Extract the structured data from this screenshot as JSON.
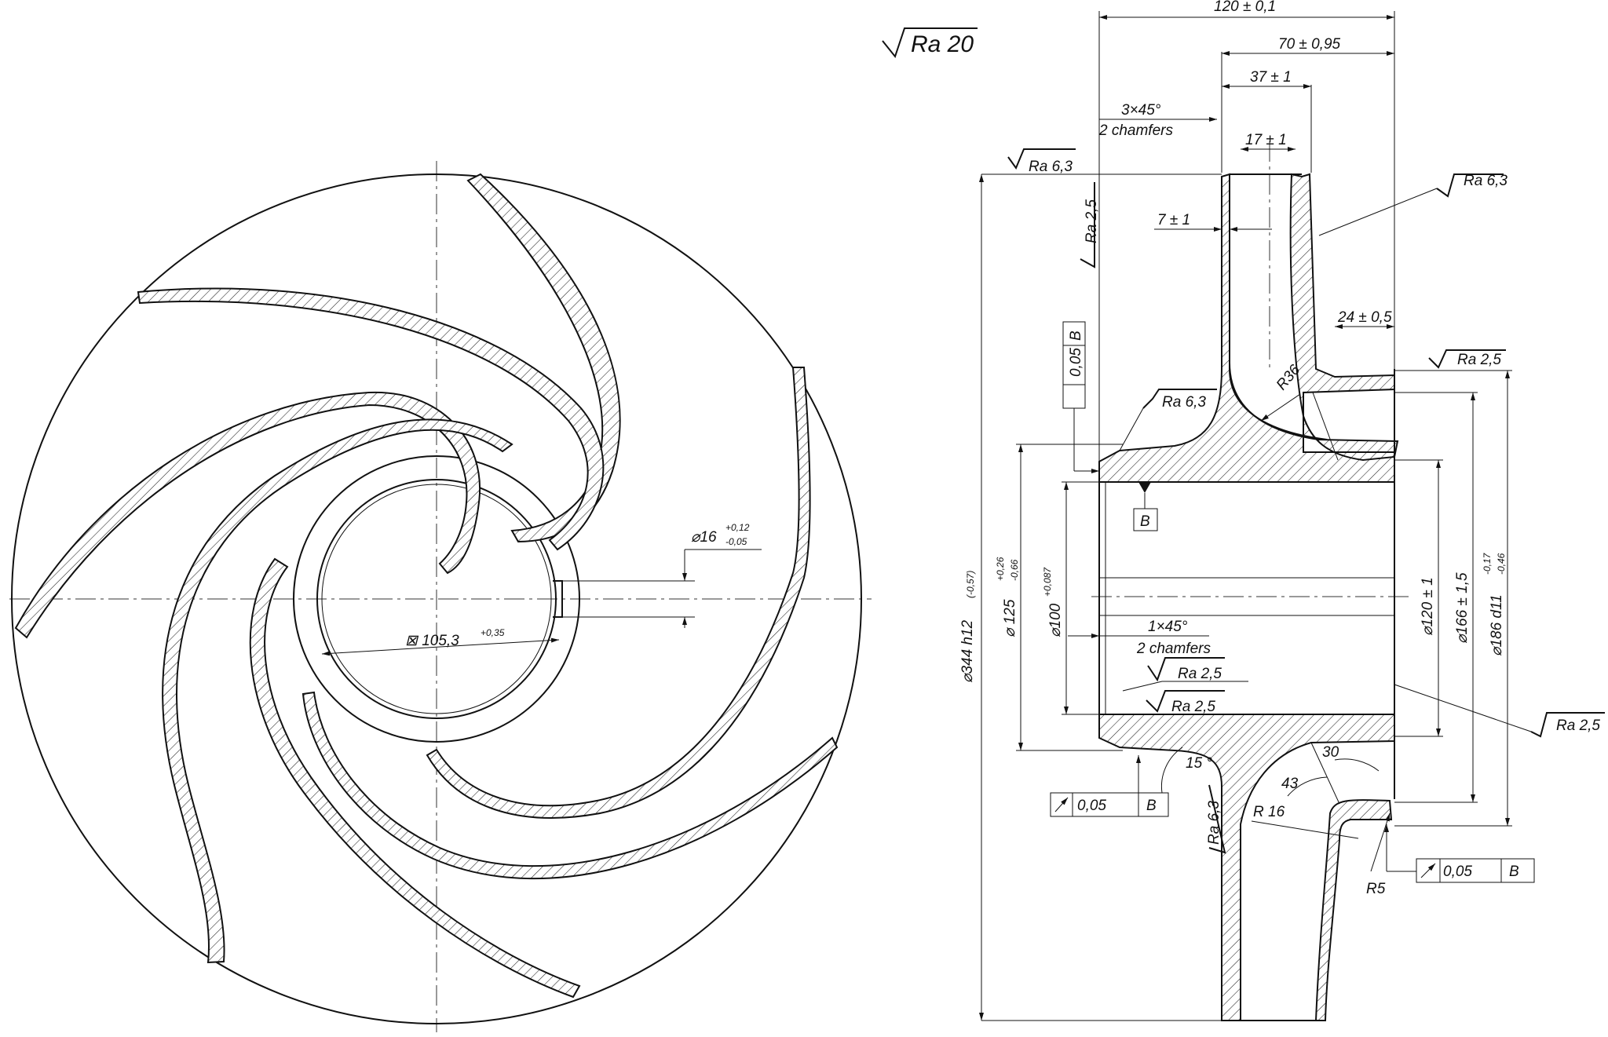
{
  "drawing": {
    "roughness_general": "Ra 20",
    "plan_view": {
      "key_width_label": "⌀16",
      "key_width_tol_upper": "+0,12",
      "key_width_tol_lower": "-0,05",
      "bore_depth_label": "⊠ 105,3",
      "bore_depth_tol": "+0,35"
    },
    "section_view": {
      "dims_top": {
        "overall_length": "120 ± 0,1",
        "length_70": "70 ± 0,95",
        "length_37": "37 ± 1",
        "chamfer_top_1": "3×45°",
        "chamfer_top_2": "2 chamfers",
        "length_17": "17 ± 1",
        "web_7": "7 ± 1",
        "hub_24": "24 ± 0,5"
      },
      "radii": {
        "r36": "R36",
        "r16": "R 16",
        "r5": "R5"
      },
      "angles": {
        "a15": "15 °",
        "a43": "43",
        "a30": "30"
      },
      "chamfer_bore_1": "1×45°",
      "chamfer_bore_2": "2 chamfers",
      "roughness": {
        "top_left": "Ra 6,3",
        "vertical_left": "Ra 2,5",
        "top_right": "Ra 6,3",
        "hub_right": "Ra 2,5",
        "hub_left": "Ra 6,3",
        "bore_1": "Ra 2,5",
        "bore_2": "Ra 2,5",
        "right_face": "Ra 2,5",
        "lower_web": "Ra 6,3"
      },
      "datum": "B",
      "tolerances": {
        "perp_value": "0,05",
        "perp_datum": "B",
        "runout_left_value": "0,05",
        "runout_left_datum": "B",
        "runout_right_value": "0,05",
        "runout_right_datum": "B"
      },
      "diameters": {
        "d344": "⌀344 h12",
        "d344_tol": "(-0,57)",
        "d125": "⌀ 125",
        "d125_tol_u": "+0,26",
        "d125_tol_l": "-0,66",
        "d100": "⌀100",
        "d100_tol": "+0,087",
        "d120": "⌀120 ± 1",
        "d166": "⌀166 ± 1,5",
        "d186": "⌀186 d11",
        "d186_tol_u": "-0,17",
        "d186_tol_l": "-0,46"
      }
    }
  }
}
